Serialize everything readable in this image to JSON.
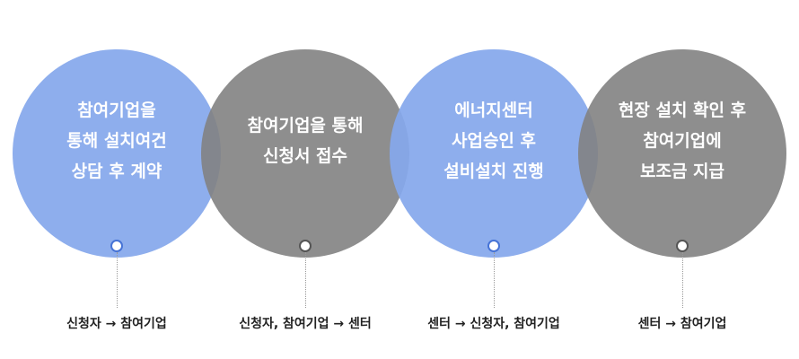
{
  "steps": [
    {
      "lines": [
        "참여기업을",
        "통해 설치여건",
        "상담 후 계약"
      ],
      "role": "신청자 → 참여기업"
    },
    {
      "lines": [
        "참여기업을 통해",
        "신청서 접수"
      ],
      "role": "신청자, 참여기업 → 센터"
    },
    {
      "lines": [
        "에너지센터",
        "사업승인 후",
        "설비설치 진행"
      ],
      "role": "센터 → 신청자, 참여기업"
    },
    {
      "lines": [
        "현장 설치 확인 후",
        "참여기업에",
        "보조금 지급"
      ],
      "role": "센터 → 참여기업"
    }
  ],
  "colors": {
    "blue_circle": "#85a8ec",
    "gray_circle": "#828282",
    "blue_marker": "#4673d6",
    "gray_marker": "#555555"
  }
}
